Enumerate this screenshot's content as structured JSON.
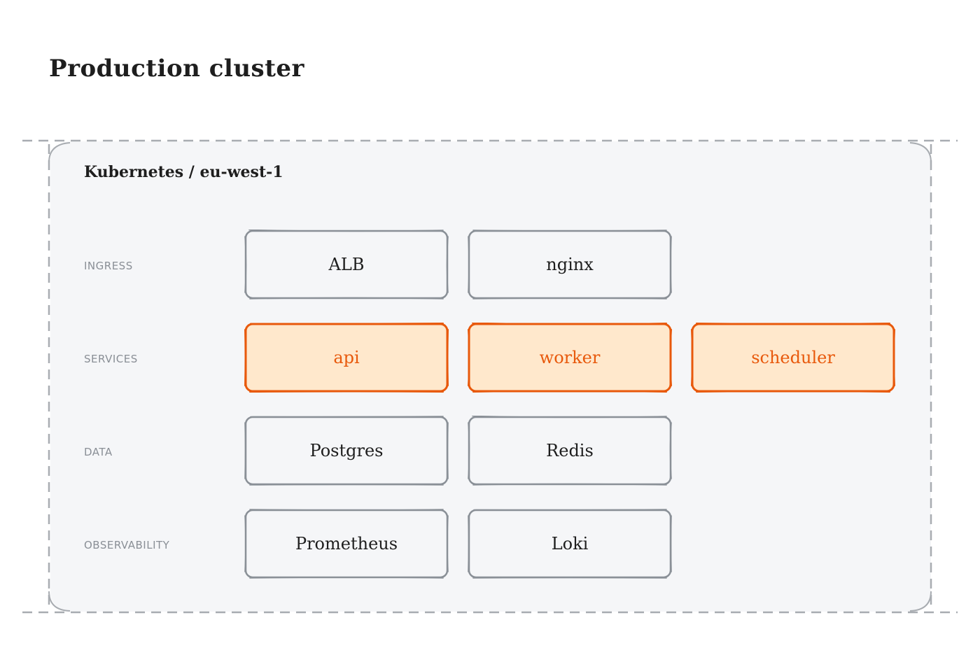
{
  "title": "Production cluster",
  "cluster": {
    "label": "Kubernetes / eu-west-1"
  },
  "rows": [
    {
      "label": "INGRESS",
      "nodes": [
        "ALB",
        "nginx"
      ]
    },
    {
      "label": "SERVICES",
      "nodes": [
        "api",
        "worker",
        "scheduler"
      ]
    },
    {
      "label": "DATA",
      "nodes": [
        "Postgres",
        "Redis"
      ]
    },
    {
      "label": "OBSERVABILITY",
      "nodes": [
        "Prometheus",
        "Loki"
      ]
    }
  ],
  "colors": {
    "stroke": "#8a9097",
    "accent_stroke": "#e8590c",
    "accent_fill": "#ffe8cc",
    "cluster_fill": "#f5f6f8",
    "cluster_stroke": "#a8acb1",
    "text": "#1e1e1e",
    "muted_text": "#8a8f96"
  }
}
